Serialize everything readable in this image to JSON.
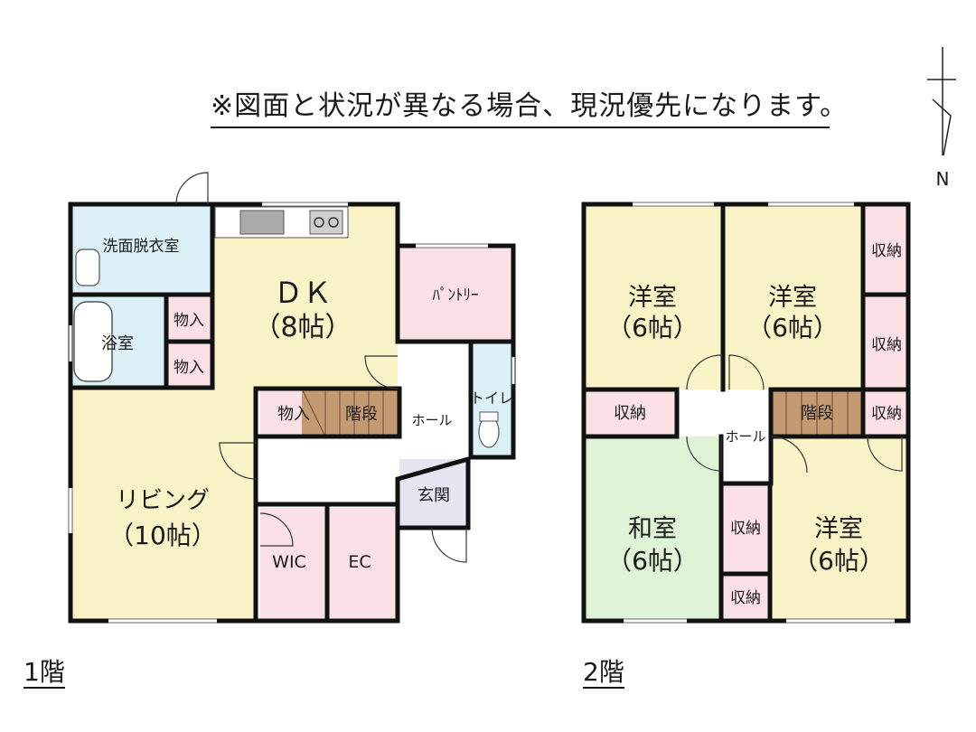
{
  "notice": "※図面と状況が異なる場合、現況優先になります。",
  "compass": {
    "label": "N"
  },
  "colors": {
    "wall": "#111111",
    "window": "#8a8a8a",
    "yellow": "#fbf3c8",
    "pink": "#fbe1e6",
    "blue": "#dcf1f7",
    "green": "#dff3d6",
    "stairs": "#c49a72"
  },
  "floor1": {
    "label": "1階",
    "rooms": {
      "washroom": "洗面脱衣室",
      "bath": "浴室",
      "storage1": "物入",
      "storage2": "物入",
      "dk_name": "ＤＫ",
      "dk_size": "（8帖）",
      "pantry": "ﾊﾟﾝﾄﾘｰ",
      "storage3": "物入",
      "stairs": "階段",
      "hall": "ホール",
      "toilet": "トイレ",
      "living_name": "リビング",
      "living_size": "（10帖）",
      "entrance": "玄関",
      "wic": "WIC",
      "ec": "EC"
    }
  },
  "floor2": {
    "label": "2階",
    "rooms": {
      "room1_name": "洋室",
      "room1_size": "（6帖）",
      "room2_name": "洋室",
      "room2_size": "（6帖）",
      "storage_a": "収納",
      "storage_b": "収納",
      "storage_c": "収納",
      "stairs": "階段",
      "storage_d": "収納",
      "hall": "ホール",
      "washitsu_name": "和室",
      "washitsu_size": "（6帖）",
      "storage_e": "収納",
      "storage_f": "収納",
      "room3_name": "洋室",
      "room3_size": "（6帖）"
    }
  }
}
